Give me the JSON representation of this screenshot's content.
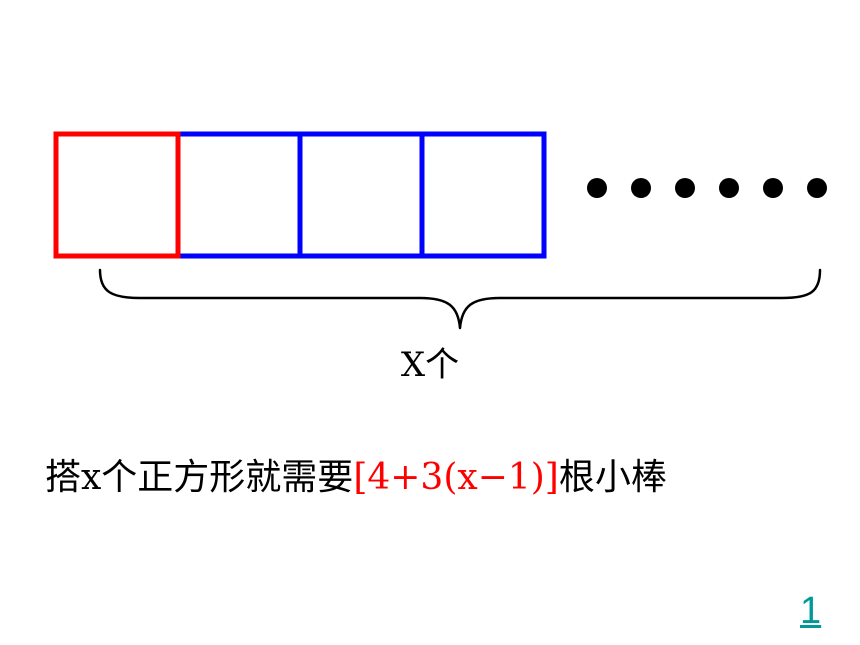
{
  "diagram": {
    "colors": {
      "first_square": "#ff0000",
      "other_squares": "#0000ff",
      "dots": "#000000",
      "brace": "#000000"
    },
    "square_count_shown": 4,
    "ellipsis_dots": 6,
    "brace_label": "X个"
  },
  "formula": {
    "prefix": "搭x个正方形就需要",
    "expression": "[4+3(x−1)]",
    "suffix": "根小棒",
    "expression_color": "#ff0000"
  },
  "page": {
    "link_label": "1",
    "link_color": "#009999"
  }
}
